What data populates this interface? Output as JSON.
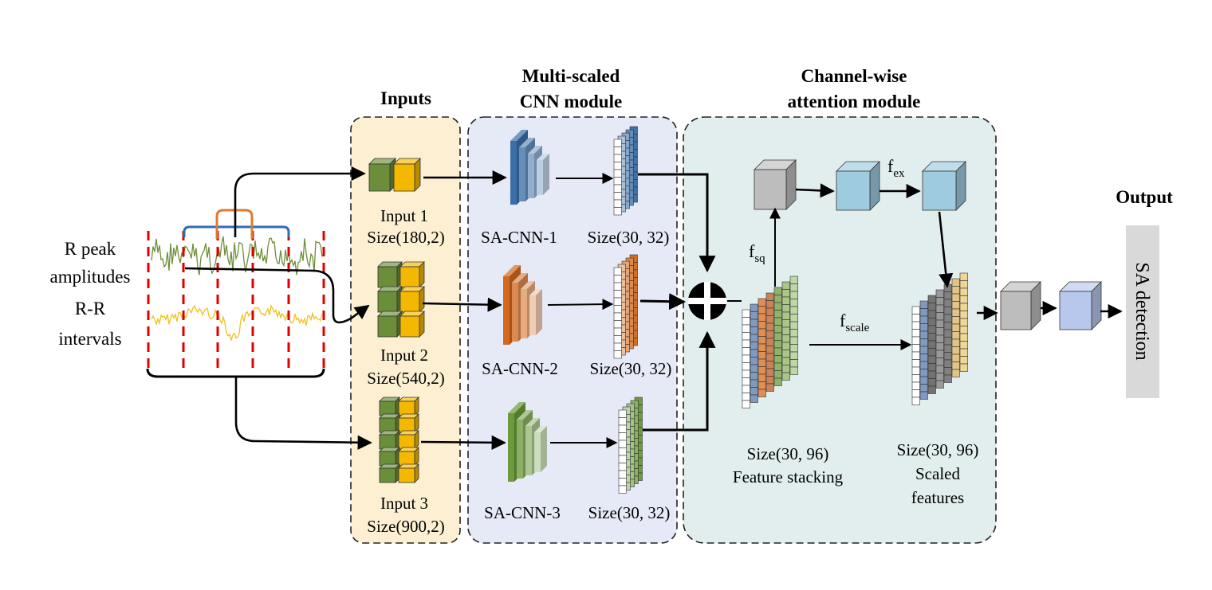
{
  "signal": {
    "label_r_peak_line1": "R peak",
    "label_r_peak_line2": "amplitudes",
    "label_rr_line1": "R-R",
    "label_rr_line2": "intervals",
    "r_peak_color": "#6f8f3a",
    "rr_color": "#f0c020",
    "marker_color": "#e00000"
  },
  "modules": {
    "inputs_title": "Inputs",
    "cnn_title_line1": "Multi-scaled",
    "cnn_title_line2": "CNN module",
    "attention_title_line1": "Channel-wise",
    "attention_title_line2": "attention module",
    "output_title": "Output",
    "inputs_bg": "#fdf0d2",
    "cnn_bg": "#e6eaf6",
    "attention_bg": "#e1eeed"
  },
  "inputs": [
    {
      "name": "Input 1",
      "size": "Size(180,2)"
    },
    {
      "name": "Input 2",
      "size": "Size(540,2)"
    },
    {
      "name": "Input 3",
      "size": "Size(900,2)"
    }
  ],
  "cnn_branches": [
    {
      "name": "SA-CNN-1",
      "size": "Size(30, 32)",
      "color": "#3a6ea8"
    },
    {
      "name": "SA-CNN-2",
      "size": "Size(30, 32)",
      "color": "#d2691e"
    },
    {
      "name": "SA-CNN-3",
      "size": "Size(30, 32)",
      "color": "#6a9a3a"
    }
  ],
  "attention": {
    "f_sq_main": "f",
    "f_sq_sub": "sq",
    "f_ex_main": "f",
    "f_ex_sub": "ex",
    "f_scale_main": "f",
    "f_scale_sub": "scale",
    "stacking_size": "Size(30, 96)",
    "stacking_label": "Feature stacking",
    "scaled_size": "Size(30, 96)",
    "scaled_label_line1": "Scaled",
    "scaled_label_line2": "features"
  },
  "output": {
    "label": "SA detection"
  },
  "colors": {
    "input_green": "#6b8e3a",
    "input_yellow": "#f5b800",
    "gray_cube": "#bdbdbd",
    "blue_cube": "#9ecbe0",
    "dense_blue": "#b8c8ec",
    "output_box": "#d9d9d9"
  }
}
